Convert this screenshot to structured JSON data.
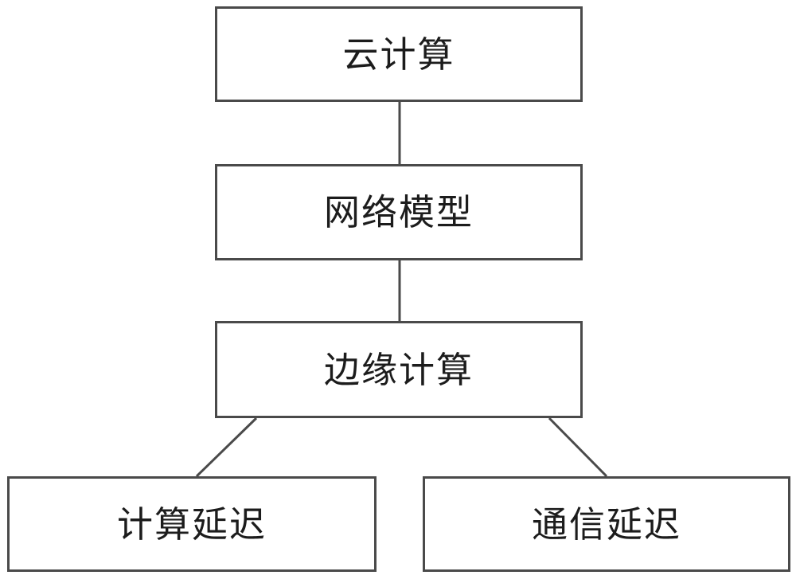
{
  "diagram": {
    "type": "flowchart",
    "background_color": "#ffffff",
    "line_color": "#4a4a4a",
    "text_color": "#1c1c1c",
    "nodes": [
      {
        "id": "cloud",
        "label": "云计算",
        "level": 1
      },
      {
        "id": "network",
        "label": "网络模型",
        "level": 2
      },
      {
        "id": "edge",
        "label": "边缘计算",
        "level": 3
      },
      {
        "id": "comp_delay",
        "label": "计算延迟",
        "level": 4
      },
      {
        "id": "comm_delay",
        "label": "通信延迟",
        "level": 4
      }
    ],
    "edges": [
      {
        "from": "cloud",
        "to": "network",
        "style": "vertical-line"
      },
      {
        "from": "network",
        "to": "edge",
        "style": "vertical-line"
      },
      {
        "from": "edge",
        "to": "comp_delay",
        "style": "diagonal-line"
      },
      {
        "from": "edge",
        "to": "comm_delay",
        "style": "diagonal-line"
      }
    ]
  }
}
